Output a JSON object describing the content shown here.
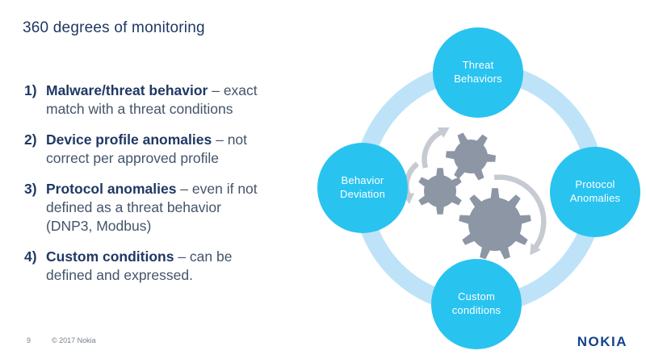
{
  "slide": {
    "title": "360 degrees of monitoring",
    "page_number": "9",
    "copyright": "© 2017 Nokia",
    "brand": "NOKIA"
  },
  "colors": {
    "navy": "#1F3864",
    "body_text": "#44546A",
    "cyan": "#29C3F0",
    "ring": "#BEE3F8",
    "gear": "#8C96A4",
    "arrow": "#C6CBD2",
    "brand_blue": "#12418F",
    "footer_gray": "#76808A"
  },
  "list": {
    "items": [
      {
        "num": "1)",
        "bold": "Malware/threat behavior",
        "after": " – exact",
        "cont1": "match with a threat conditions",
        "cont2": ""
      },
      {
        "num": "2)",
        "bold": "Device profile anomalies",
        "after": " – not",
        "cont1": "correct per approved profile",
        "cont2": ""
      },
      {
        "num": "3)",
        "bold": "Protocol anomalies",
        "after": " – even if not",
        "cont1": "defined as a threat behavior",
        "cont2": "(DNP3, Modbus)"
      },
      {
        "num": "4)",
        "bold": "Custom conditions",
        "after": " – can be",
        "cont1": "defined and expressed.",
        "cont2": ""
      }
    ]
  },
  "diagram": {
    "center_icon": "gears-icon",
    "arrow_icon": "rotation-arrow-icon",
    "nodes": [
      {
        "id": "top",
        "line1": "Threat",
        "line2": "Behaviors"
      },
      {
        "id": "right",
        "line1": "Protocol",
        "line2": "Anomalies"
      },
      {
        "id": "bottom",
        "line1": "Custom",
        "line2": "conditions"
      },
      {
        "id": "left",
        "line1": "Behavior",
        "line2": "Deviation"
      }
    ]
  }
}
